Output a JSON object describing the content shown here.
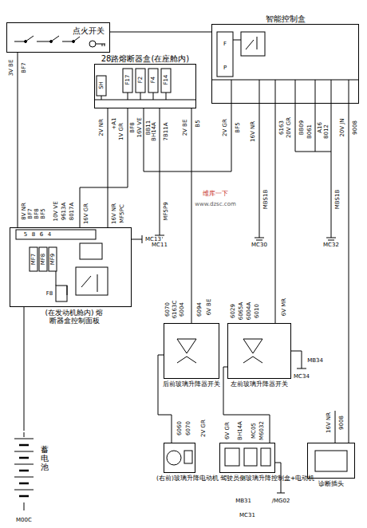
{
  "diagram": {
    "nodes": [
      {
        "text": [
          "点火开关"
        ]
      },
      {
        "text": [
          "28路熔断器盒(在座舱内)"
        ]
      },
      {
        "text": [
          "智能控制盒"
        ]
      },
      {
        "text": [
          "(在发动机舱内) 熔断器盒控制面板"
        ]
      },
      {
        "text": [
          "蓄电池"
        ]
      },
      {
        "text": [
          "后前玻璃升降器开关"
        ]
      },
      {
        "text": [
          "左前玻璃升降器开关"
        ]
      },
      {
        "text": [
          "(右前)玻璃升降电动机"
        ]
      },
      {
        "text": [
          "驾驶员侧玻璃升降控制盒+电动机"
        ]
      },
      {
        "text": [
          "诊断插头"
        ]
      }
    ],
    "edges": [
      {
        "from": 0,
        "to": 3,
        "arrow": "none"
      },
      {
        "from": 1,
        "to": 3,
        "arrow": "none"
      },
      {
        "from": 0,
        "to": 2,
        "arrow": "none"
      },
      {
        "from": 2,
        "to": 6,
        "arrow": "none"
      },
      {
        "from": 2,
        "to": 9,
        "arrow": "none"
      },
      {
        "from": 5,
        "to": 7,
        "arrow": "none"
      },
      {
        "from": 6,
        "to": 8,
        "arrow": "none"
      },
      {
        "from": 4,
        "to": 3,
        "arrow": "none"
      },
      {
        "from": 1,
        "to": 5,
        "arrow": "none"
      },
      {
        "from": 1,
        "to": 3,
        "arrow": "none"
      },
      {
        "from": 1,
        "to": 2,
        "arrow": "none"
      }
    ],
    "labels": [
      "3V BE",
      "BF7",
      "SH",
      "F17",
      "F2",
      "F4",
      "F14",
      "2V NR",
      "+A1",
      "1V GR",
      "BF8",
      "16V VE",
      "BB11",
      "BH14A",
      "7B11A",
      "2V BE",
      "B5",
      "F",
      "P",
      "2V GR",
      "BF5",
      "16V NR",
      "6163",
      "20V GR",
      "BB09",
      "B061",
      "A16",
      "8012",
      "20V JN",
      "9008",
      "8V NR",
      "BF7",
      "BF8",
      "BF5",
      "10V VE",
      "9613A",
      "8017A",
      "16V GR",
      "16V NR",
      "MF5PC",
      "5",
      "8",
      "6",
      "4",
      "MF7",
      "MF8",
      "MF9",
      "F8",
      "MC13",
      "MF5P9",
      "MC11",
      "MBS1B",
      "MC30",
      "MBS1B",
      "MC32",
      "6070",
      "6163C",
      "6004",
      "6094",
      "6V BE",
      "6029",
      "6065A",
      "6004A",
      "6010",
      "6V MR",
      "MB34",
      "MC34",
      "6060",
      "6070",
      "2V GR",
      "6V GR",
      "BH14A",
      "MC05",
      "M6032",
      "MB31",
      "/MG02",
      "MC31",
      "16V NR",
      "9008",
      "M00C",
      "维库一下",
      "www.dzsc.com"
    ]
  }
}
